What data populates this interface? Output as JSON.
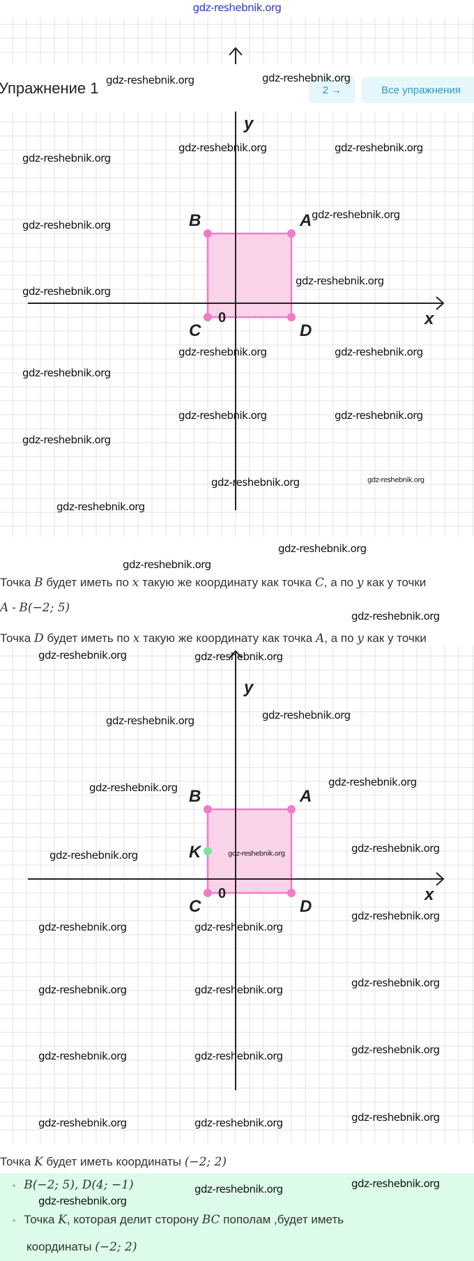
{
  "site_watermark": "gdz-reshebnik.org",
  "header": {
    "title": "Упражнение 1",
    "next_button": "2 →",
    "all_button": "Все упражнения"
  },
  "watermarks": [
    "gdz-reshebnik.org",
    "gdz-reshebnik.org",
    "gdz-reshebnik.org",
    "gdz-reshebnik.org",
    "gdz-reshebnik.org",
    "gdz-reshebnik.org",
    "gdz-reshebnik.org",
    "gdz-reshebnik.org",
    "gdz-reshebnik.org",
    "gdz-reshebnik.org",
    "gdz-reshebnik.org",
    "gdz-reshebnik.org",
    "gdz-reshebnik.org",
    "gdz-reshebnik.org",
    "gdz-reshebnik.org",
    "gdz-reshebnik.org",
    "gdz-reshebnik.org",
    "gdz-reshebnik.org",
    "gdz-reshebnik.org",
    "gdz-reshebnik.org",
    "gdz-reshebnik.org",
    "gdz-reshebnik.org",
    "gdz-reshebnik.org",
    "gdz-reshebnik.org",
    "gdz-reshebnik.org",
    "gdz-reshebnik.org",
    "gdz-reshebnik.org",
    "gdz-reshebnik.org",
    "gdz-reshebnik.org",
    "gdz-reshebnik.org",
    "gdz-reshebnik.org",
    "gdz-reshebnik.org",
    "gdz-reshebnik.org",
    "gdz-reshebnik.org",
    "gdz-reshebnik.org",
    "gdz-reshebnik.org",
    "gdz-reshebnik.org",
    "gdz-reshebnik.org",
    "gdz-reshebnik.org",
    "gdz-reshebnik.org",
    "gdz-reshebnik.org",
    "gdz-reshebnik.org",
    "gdz-reshebnik.org",
    "gdz-reshebnik.org",
    "gdz-reshebnik.org"
  ],
  "text": {
    "p1a": "Точка ",
    "p1b": "B",
    "p1c": " будет иметь по ",
    "p1d": "x",
    "p1e": " такую же координату как точка ",
    "p1f": "C",
    "p1g": ", а по ",
    "p1h": "y",
    "p1i": " как у точки",
    "p2a": "A",
    "p2b": " - ",
    "p2c": "B(−2; 5)",
    "p3a": "Точка ",
    "p3b": "D",
    "p3c": " будет иметь по ",
    "p3d": "x",
    "p3e": " такую же координату как точка ",
    "p3f": "A",
    "p3g": ", а по ",
    "p3h": "y",
    "p3i": " как у точки",
    "p4a": "Точка ",
    "p4b": "K",
    "p4c": " будет иметь координаты ",
    "p4d": "(−2; 2)"
  },
  "answers": {
    "b1": "B(−2; 5), D(4; −1)",
    "b2a": "Точка ",
    "b2b": "K",
    "b2c": ", которая делит сторону ",
    "b2d": "BC",
    "b2e": " пополам ,будет иметь",
    "b3a": "координаты ",
    "b3b": "(−2; 2)"
  },
  "colors": {
    "rect_fill": "#f9d3ea",
    "rect_stroke": "#f07cc6",
    "point": "#f07cc6",
    "point_k": "#7de39a",
    "grid": "#e3e3e3"
  },
  "chart_data": [
    {
      "type": "scatter",
      "xlabel": "x",
      "ylabel": "y",
      "origin_label": "0",
      "points": [
        {
          "label": "A",
          "x": 4,
          "y": 5
        },
        {
          "label": "B",
          "x": -2,
          "y": 5
        },
        {
          "label": "C",
          "x": -2,
          "y": -1
        },
        {
          "label": "D",
          "x": 4,
          "y": -1
        }
      ],
      "polygon": [
        "A",
        "B",
        "C",
        "D"
      ]
    },
    {
      "type": "scatter",
      "xlabel": "x",
      "ylabel": "y",
      "origin_label": "0",
      "points": [
        {
          "label": "A",
          "x": 4,
          "y": 5
        },
        {
          "label": "B",
          "x": -2,
          "y": 5
        },
        {
          "label": "K",
          "x": -2,
          "y": 2
        },
        {
          "label": "C",
          "x": -2,
          "y": -1
        },
        {
          "label": "D",
          "x": 4,
          "y": -1
        }
      ],
      "polygon": [
        "A",
        "B",
        "C",
        "D"
      ]
    }
  ]
}
